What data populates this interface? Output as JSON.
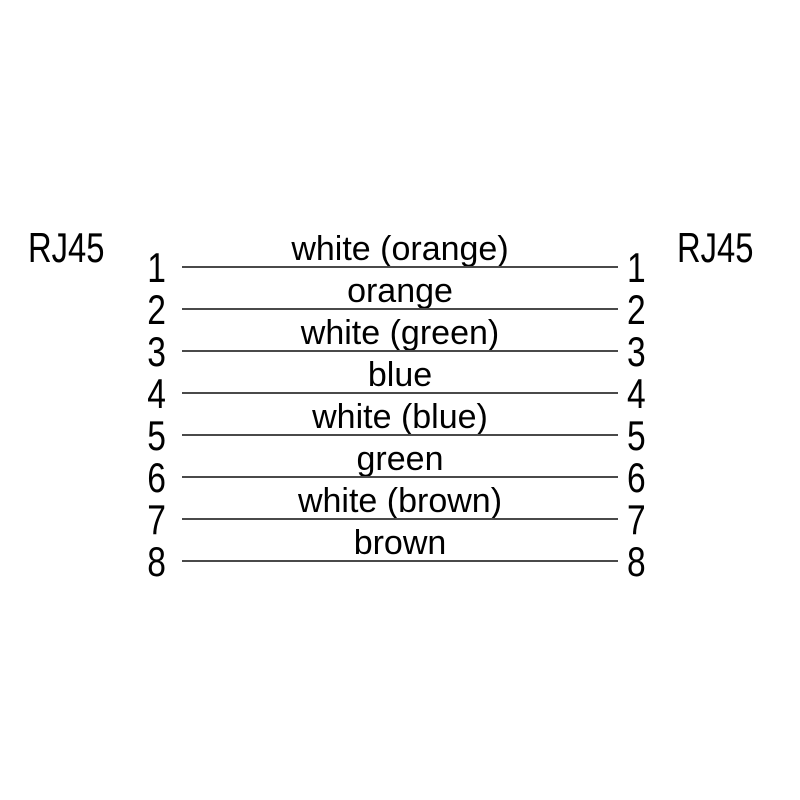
{
  "colors": {
    "background": "#ffffff",
    "text": "#000000",
    "line": "#4a4a4a"
  },
  "diagram": {
    "left_connector_label": "RJ45",
    "right_connector_label": "RJ45",
    "rows": [
      {
        "pin_left": "1",
        "wire": "white (orange)",
        "pin_right": "1"
      },
      {
        "pin_left": "2",
        "wire": "orange",
        "pin_right": "2"
      },
      {
        "pin_left": "3",
        "wire": "white (green)",
        "pin_right": "3"
      },
      {
        "pin_left": "4",
        "wire": "blue",
        "pin_right": "4"
      },
      {
        "pin_left": "5",
        "wire": "white (blue)",
        "pin_right": "5"
      },
      {
        "pin_left": "6",
        "wire": "green",
        "pin_right": "6"
      },
      {
        "pin_left": "7",
        "wire": "white (brown)",
        "pin_right": "7"
      },
      {
        "pin_left": "8",
        "wire": "brown",
        "pin_right": "8"
      }
    ]
  }
}
